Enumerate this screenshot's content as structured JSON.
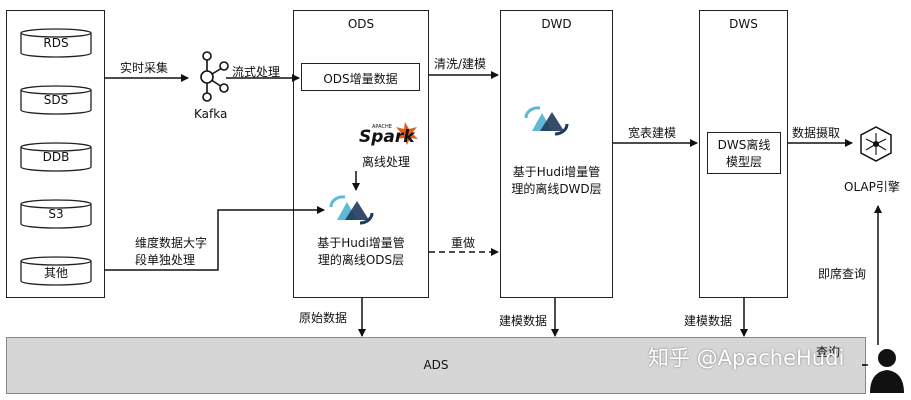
{
  "sources": [
    "RDS",
    "SDS",
    "DDB",
    "S3",
    "其他"
  ],
  "labels": {
    "realtime": "实时采集",
    "kafka": "Kafka",
    "stream": "流式处理",
    "dimension_line1": "维度数据大字",
    "dimension_line2": "段单独处理",
    "ods_title": "ODS",
    "ods_incremental": "ODS增量数据",
    "spark_small": "APACHE",
    "spark": "Spark",
    "offline": "离线处理",
    "ods_hudi_line1": "基于Hudi增量管",
    "ods_hudi_line2": "理的离线ODS层",
    "clean": "清洗/建模",
    "redo": "重做",
    "raw": "原始数据",
    "dwd_title": "DWD",
    "dwd_hudi_line1": "基于Hudi增量管",
    "dwd_hudi_line2": "理的离线DWD层",
    "wide": "宽表建模",
    "model_dwd": "建模数据",
    "dws_title": "DWS",
    "dws_box_line1": "DWS离线",
    "dws_box_line2": "模型层",
    "model_dws": "建模数据",
    "extract": "数据摄取",
    "olap": "OLAP引擎",
    "adhoc": "即席查询",
    "query": "查询",
    "ads": "ADS",
    "watermark": "知乎 @ApacheHudi"
  },
  "colors": {
    "hudi_light": "#5fb8d6",
    "hudi_dark": "#1f3a5a",
    "spark_orange": "#e25a1c",
    "ads_fill": "#d6d6d6"
  }
}
